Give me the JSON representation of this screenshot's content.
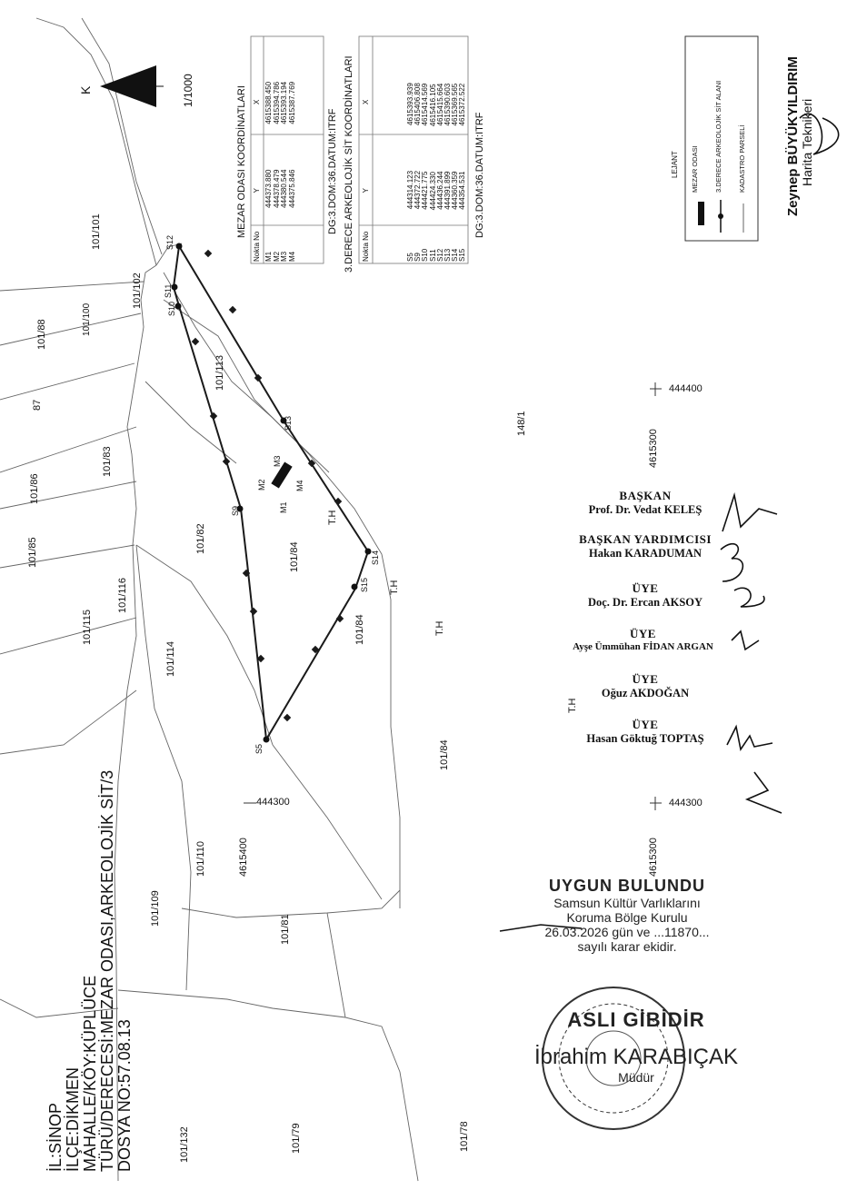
{
  "header": {
    "province": "İL:SİNOP",
    "district": "İLÇE:DİKMEN",
    "village": "MAHALLE/KÖY:KÜPLÜCE",
    "type": "TÜRÜ/DERECESİ:MEZAR ODASI,ARKEOLOJİK SİT/3",
    "file_no": "DOSYA NO:57.08.13"
  },
  "north_label": "K",
  "scale": "1/1000",
  "parcels": {
    "p101_101": "101/101",
    "p101_102": "101/102",
    "p101_100": "101/100",
    "p101_88": "101/88",
    "p87": "87",
    "p101_83": "101/83",
    "p101_86": "101/86",
    "p101_85": "101/85",
    "p101_113": "101/113",
    "p101_82": "101/82",
    "p101_84a": "101/84",
    "p101_84b": "101/84",
    "p101_84c": "101/84",
    "p101_116": "101/116",
    "p101_115": "101/115",
    "p101_114": "101/114",
    "p101_110": "101/110",
    "p101_109": "101/109",
    "p101_81": "101/81",
    "p101_132": "101/132",
    "p101_79": "101/79",
    "p101_78": "101/78",
    "p148_1": "148/1"
  },
  "points": {
    "s9": "S9",
    "s5": "S5",
    "s10": "S10",
    "s11": "S11",
    "s12": "S12",
    "s13": "S13",
    "s14": "S14",
    "s15": "S15",
    "m1": "M1",
    "m2": "M2",
    "m3": "M3",
    "m4": "M4"
  },
  "th_labels": {
    "a": "T.H",
    "b": "T.H",
    "c": "T.H",
    "d": "T.H"
  },
  "grid": {
    "x444400": "444400",
    "x444300a": "444300",
    "x444300b": "444300",
    "y4615300a": "4615300",
    "y4615300b": "4615300",
    "y4615400": "4615400"
  },
  "tomb_table": {
    "title": "MEZAR ODASI KOORDİNATLARI",
    "headers": [
      "Nokta  No",
      "Y",
      "X"
    ],
    "rows": [
      [
        "M1",
        "444373.880",
        "4615388.450"
      ],
      [
        "M2",
        "444378.479",
        "4615394.786"
      ],
      [
        "M3",
        "444380.544",
        "4615393.194"
      ],
      [
        "M4",
        "444375.846",
        "4615387.769"
      ]
    ],
    "datum": "DG:3.DOM:36.DATUM:ITRF"
  },
  "site_table": {
    "title": "3.DERECE ARKEOLOJİK SİT KOORDİNATLARI",
    "headers": [
      "Nokta  No",
      "Y",
      "X"
    ],
    "rows": [
      [
        "S5",
        "444314.123",
        "4615393.939"
      ],
      [
        "S9",
        "444372.722",
        "4615406.808"
      ],
      [
        "S10",
        "444421.775",
        "4615414.569"
      ],
      [
        "S11",
        "444424.330",
        "4615416.105"
      ],
      [
        "S12",
        "444436.244",
        "4615415.664"
      ],
      [
        "S13",
        "444391.899",
        "4615390.603"
      ],
      [
        "S14",
        "444360.359",
        "4615369.565"
      ],
      [
        "S15",
        "444354.531",
        "4615372.522"
      ]
    ],
    "datum": "DG:3.DOM:36.DATUM:ITRF"
  },
  "legend": {
    "title": "LEJANT",
    "items": [
      "MEZAR ODASI",
      "3.DERECE ARKEOLOJİK SİT ALANI",
      "KADASTRO PARSELİ"
    ]
  },
  "engineer": {
    "name": "Zeynep BÜYÜKYILDIRIM",
    "title": "Harita Teknikeri"
  },
  "board": [
    {
      "role": "BAŞKAN",
      "name": "Prof. Dr. Vedat KELEŞ"
    },
    {
      "role": "BAŞKAN YARDIMCISI",
      "name": "Hakan KARADUMAN"
    },
    {
      "role": "ÜYE",
      "name": "Doç. Dr. Ercan AKSOY"
    },
    {
      "role": "ÜYE",
      "name": "Ayşe Ümmühan FİDAN ARGAN"
    },
    {
      "role": "ÜYE",
      "name": "Oğuz AKDOĞAN"
    },
    {
      "role": "ÜYE",
      "name": "Hasan Göktuğ TOPTAŞ"
    }
  ],
  "approval": {
    "heading": "UYGUN BULUNDU",
    "line1": "Samsun Kültür Varlıklarını",
    "line2": "Koruma Bölge Kurulu",
    "date_line": "26.03.2026 gün ve ...11870...",
    "line4": "sayılı karar ekidir."
  },
  "certified": {
    "heading": "ASLI GİBİDİR",
    "name": "İbrahim KARABIÇAK",
    "title": "Müdür"
  },
  "colors": {
    "ink": "#111111",
    "line": "#555555",
    "boundary": "#1a1a1a"
  }
}
